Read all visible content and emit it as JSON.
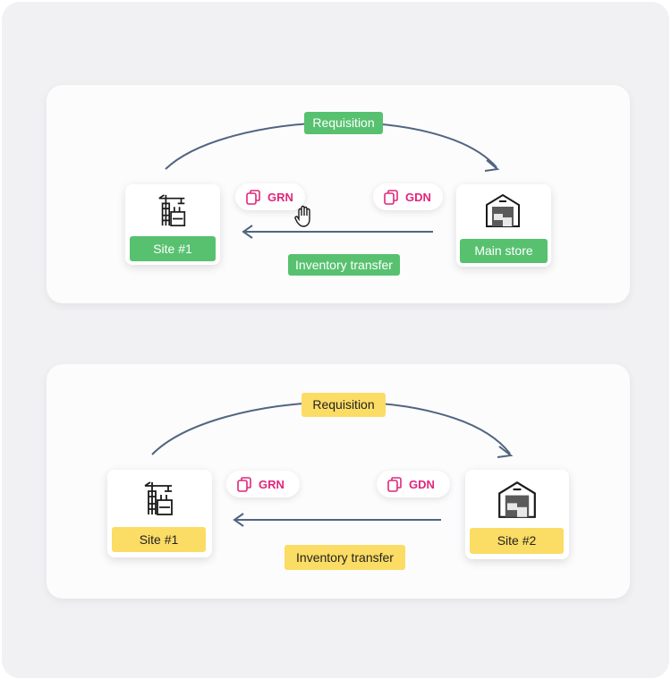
{
  "colors": {
    "arrow": "#51657f",
    "green": "#57c16f",
    "yellow": "#fbdc64",
    "doc_pink": "#e0267d"
  },
  "diagrams": [
    {
      "top_label": "Requisition",
      "bottom_label": "Inventory transfer",
      "left_node": {
        "label": "Site #1",
        "icon": "construction-site-icon"
      },
      "right_node": {
        "label": "Main store",
        "icon": "warehouse-icon"
      },
      "left_doc": {
        "label": "GRN",
        "icon": "copy-document-icon"
      },
      "right_doc": {
        "label": "GDN",
        "icon": "copy-document-icon"
      },
      "cursor": "hand-cursor-icon"
    },
    {
      "top_label": "Requisition",
      "bottom_label": "Inventory transfer",
      "left_node": {
        "label": "Site #1",
        "icon": "construction-site-icon"
      },
      "right_node": {
        "label": "Site #2",
        "icon": "warehouse-icon"
      },
      "left_doc": {
        "label": "GRN",
        "icon": "copy-document-icon"
      },
      "right_doc": {
        "label": "GDN",
        "icon": "copy-document-icon"
      }
    }
  ]
}
